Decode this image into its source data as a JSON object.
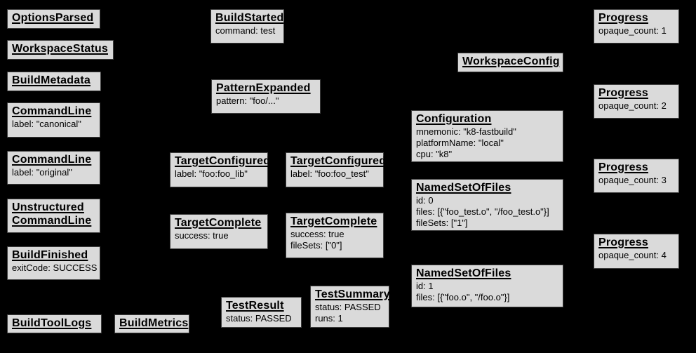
{
  "diagram": {
    "colors": {
      "background": "#000000",
      "box_fill": "#dadada",
      "box_border": "#3f3f3f",
      "text": "#000000"
    },
    "boxes": {
      "options_parsed": {
        "title": "OptionsParsed"
      },
      "workspace_status": {
        "title": "WorkspaceStatus"
      },
      "build_metadata": {
        "title": "BuildMetadata"
      },
      "command_line_canonical": {
        "title": "CommandLine",
        "fields": [
          "label: \"canonical\""
        ]
      },
      "command_line_original": {
        "title": "CommandLine",
        "fields": [
          "label: \"original\""
        ]
      },
      "unstructured_command_line": {
        "title": "Unstructured\nCommandLine"
      },
      "build_finished": {
        "title": "BuildFinished",
        "fields": [
          "exitCode: SUCCESS"
        ]
      },
      "build_tool_logs": {
        "title": "BuildToolLogs"
      },
      "build_metrics": {
        "title": "BuildMetrics"
      },
      "build_started": {
        "title": "BuildStarted",
        "fields": [
          "command: test"
        ]
      },
      "pattern_expanded": {
        "title": "PatternExpanded",
        "fields": [
          "pattern: \"foo/...\""
        ]
      },
      "target_configured_foo_lib": {
        "title": "TargetConfigured",
        "fields": [
          "label: \"foo:foo_lib\""
        ]
      },
      "target_configured_foo_test": {
        "title": "TargetConfigured",
        "fields": [
          "label: \"foo:foo_test\""
        ]
      },
      "target_complete_foo_lib": {
        "title": "TargetComplete",
        "fields": [
          "success: true"
        ]
      },
      "target_complete_foo_test": {
        "title": "TargetComplete",
        "fields": [
          "success: true",
          "fileSets: [\"0\"]"
        ]
      },
      "test_result": {
        "title": "TestResult",
        "fields": [
          "status: PASSED"
        ]
      },
      "test_summary": {
        "title": "TestSummary",
        "fields": [
          "status: PASSED",
          "runs: 1"
        ]
      },
      "workspace_config": {
        "title": "WorkspaceConfig"
      },
      "configuration": {
        "title": "Configuration",
        "fields": [
          "mnemonic: \"k8-fastbuild\"",
          "platformName: \"local\"",
          "cpu: \"k8\""
        ]
      },
      "named_set_of_files_0": {
        "title": "NamedSetOfFiles",
        "fields": [
          "id: 0",
          "files: [{\"foo_test.o\", \"/foo_test.o\"}]",
          "fileSets: [\"1\"]"
        ]
      },
      "named_set_of_files_1": {
        "title": "NamedSetOfFiles",
        "fields": [
          "id: 1",
          "files: [{\"foo.o\", \"/foo.o\"}]"
        ]
      },
      "progress_1": {
        "title": "Progress",
        "fields": [
          "opaque_count: 1"
        ]
      },
      "progress_2": {
        "title": "Progress",
        "fields": [
          "opaque_count: 2"
        ]
      },
      "progress_3": {
        "title": "Progress",
        "fields": [
          "opaque_count: 3"
        ]
      },
      "progress_4": {
        "title": "Progress",
        "fields": [
          "opaque_count: 4"
        ]
      }
    }
  }
}
